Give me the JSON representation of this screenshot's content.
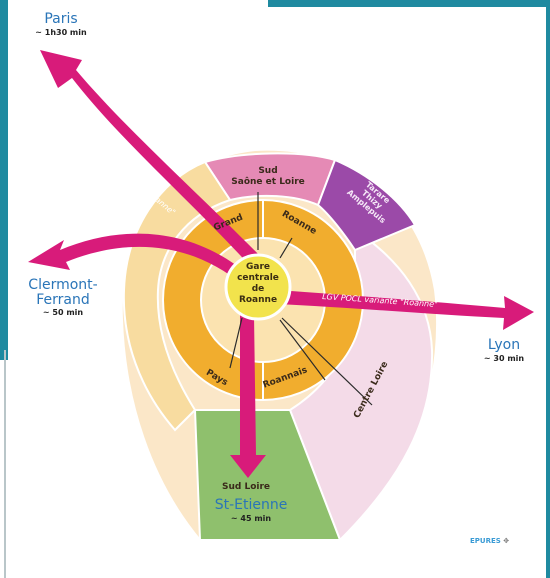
{
  "colors": {
    "frame": "#1f8aa0",
    "arrow": "#d81b7a",
    "city_text": "#2a75b8",
    "roanne_fill": "#f2e34c",
    "band_orange": "#f1ad2e",
    "band_light": "#f8dca0",
    "sud_saone": "#e58ab5",
    "tarare": "#9b4aa8",
    "centre_loire": "#f4dbe8",
    "sud_loire": "#8fc06d"
  },
  "cities": {
    "paris": {
      "name": "Paris",
      "time": "~ 1h30 min"
    },
    "clermont": {
      "name": "Clermont-\nFerrand",
      "time": "~ 50 min"
    },
    "lyon": {
      "name": "Lyon",
      "time": "~ 30 min"
    },
    "st_etienne": {
      "name": "St-Etienne",
      "time": "~ 45 min"
    }
  },
  "center": {
    "line1": "Gare",
    "line2": "centrale",
    "line3": "de",
    "line4": "Roanne"
  },
  "regions": {
    "grand": "Grand",
    "roanne": "Roanne",
    "pays": "Pays",
    "roannais": "Roannais",
    "sud_saone_1": "Sud",
    "sud_saone_2": "Saône et Loire",
    "tarare_1": "Tarare",
    "tarare_2": "Thizy",
    "tarare_3": "Amplepuis",
    "centre_loire": "Centre Loire",
    "sud_loire": "Sud Loire"
  },
  "arrows": {
    "lgv_upper": "LGV POCL variante \"Roanne\"",
    "lgv_right": "LGV POCL variante \"Roanne\""
  },
  "logo": "EPURES"
}
